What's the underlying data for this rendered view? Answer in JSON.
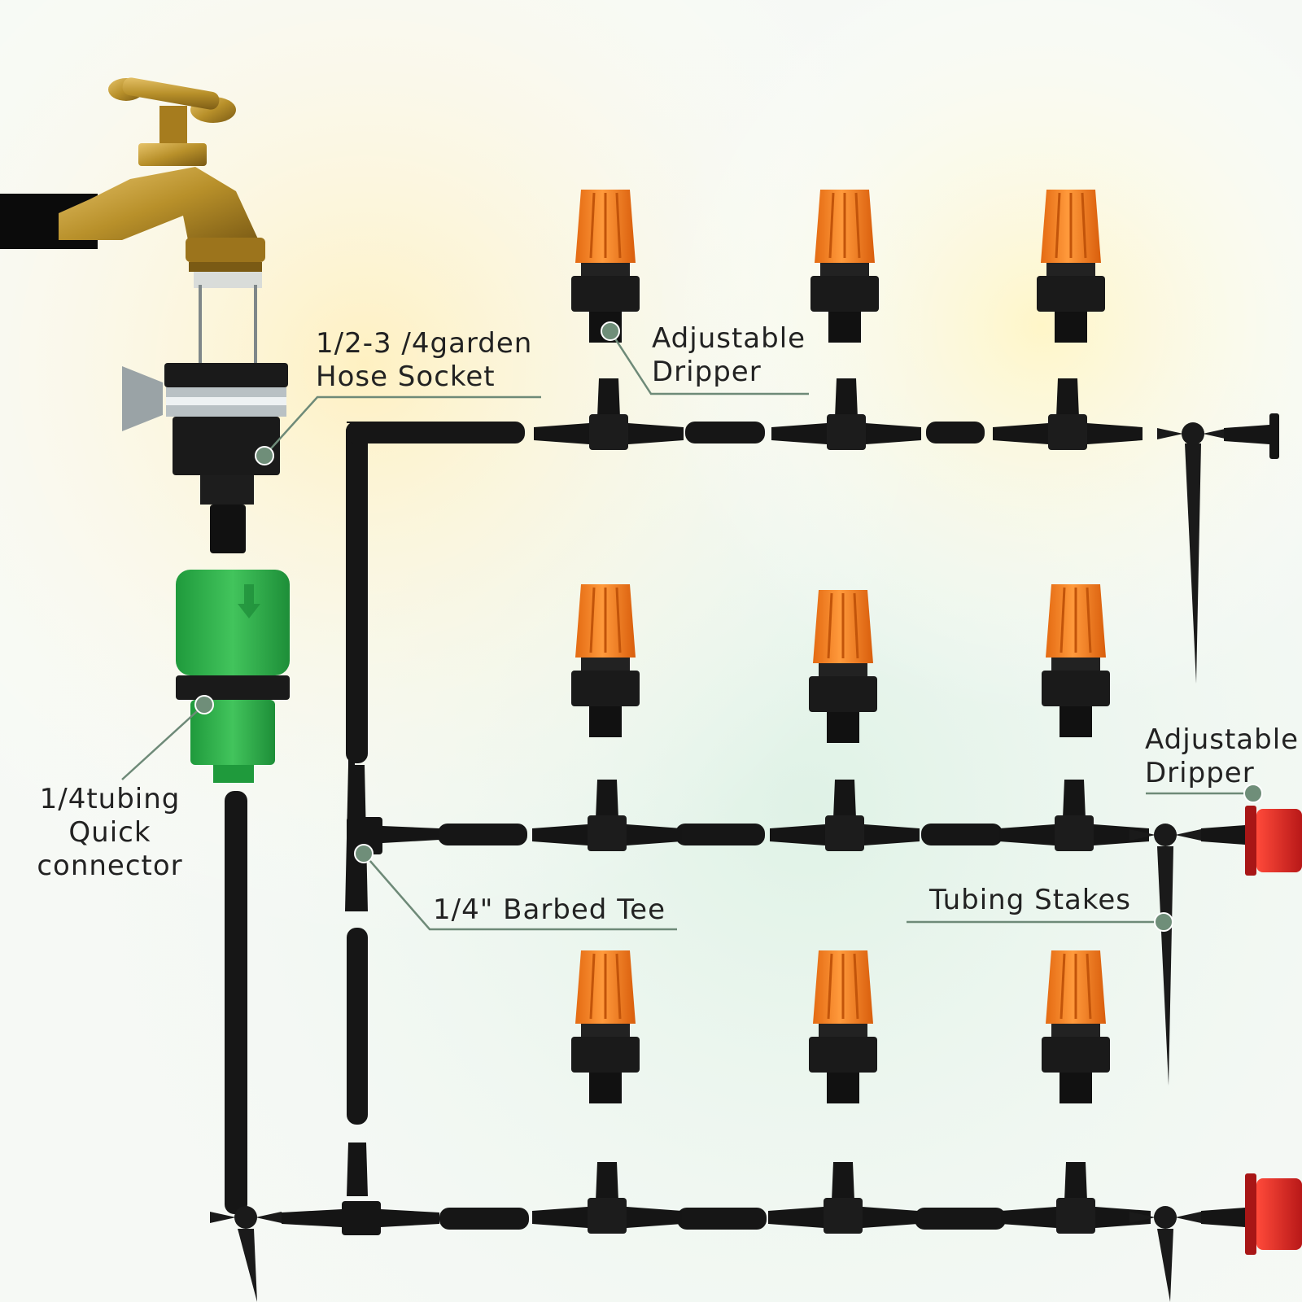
{
  "colors": {
    "tubing": "#161616",
    "dripper_cap": "#f07a1e",
    "dripper_cap_light": "#ff9a3c",
    "dripper_base": "#1a1a1a",
    "quick_connector": "#2bb04a",
    "end_plug": "#e02828",
    "brass": "#b8902a",
    "leader_line": "#6e8a78",
    "leader_dot": "#6f8e79",
    "background_warm": "#fff2c4",
    "background_cool": "#e4f3ea"
  },
  "labels": {
    "hose_socket": "1/2-3 /4garden\nHose Socket",
    "adjustable_dripper_top": "Adjustable\nDripper",
    "adjustable_dripper_right": "Adjustable\nDripper",
    "quick_connector": "1/4tubing\nQuick\nconnector",
    "barbed_tee": "1/4\" Barbed Tee",
    "tubing_stakes": "Tubing Stakes"
  }
}
